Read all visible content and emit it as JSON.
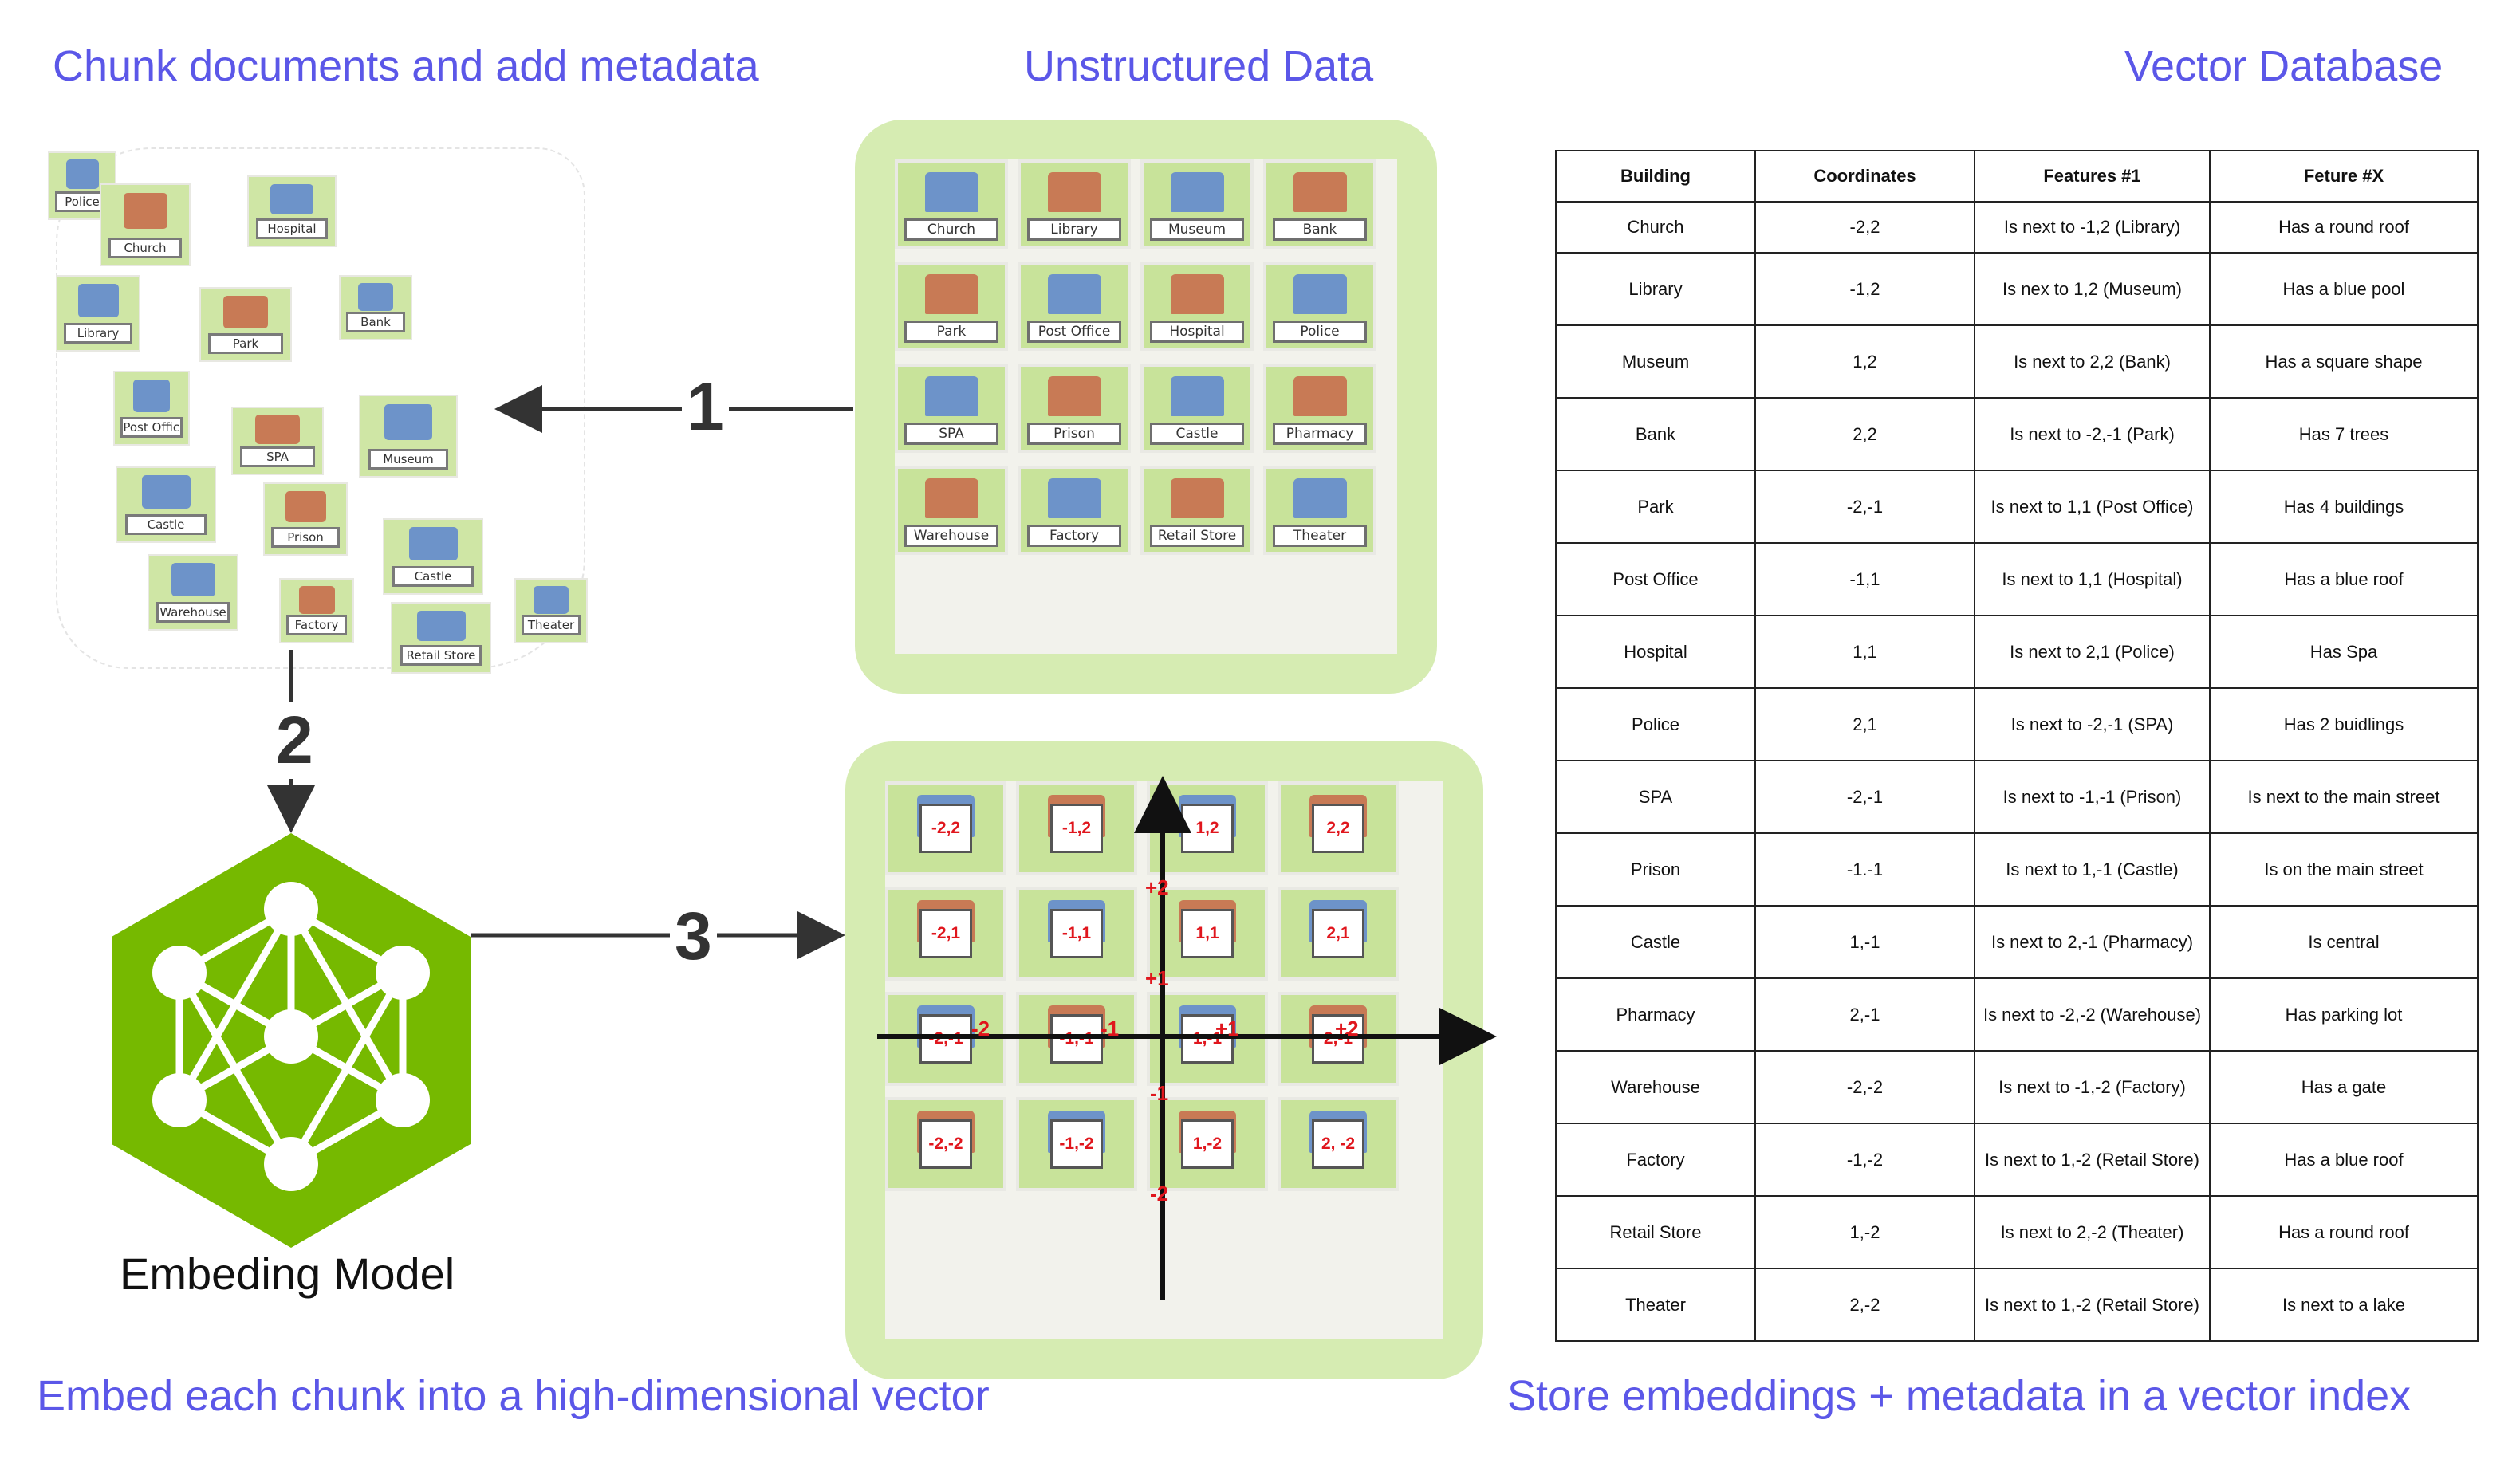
{
  "headings": {
    "chunk": "Chunk documents and add metadata",
    "unstructured": "Unstructured Data",
    "vector_db": "Vector Database",
    "embed": "Embed each chunk into a high-dimensional vector",
    "store": "Store embeddings + metadata in a vector index"
  },
  "steps": {
    "one": "1",
    "two": "2",
    "three": "3"
  },
  "model_label": "Embeding Model",
  "colors": {
    "accent": "#5b57e8",
    "model_green": "#76b900",
    "coord_red": "#e0161d"
  },
  "chunks": [
    "Police",
    "Church",
    "Hospital",
    "Library",
    "Park",
    "Bank",
    "Post Office",
    "SPA",
    "Museum",
    "Castle",
    "Prison",
    "Castle",
    "Warehouse",
    "Factory",
    "Retail Store",
    "Theater"
  ],
  "map_rows": [
    [
      "Church",
      "Library",
      "Museum",
      "Bank"
    ],
    [
      "Park",
      "Post Office",
      "Hospital",
      "Police"
    ],
    [
      "SPA",
      "Prison",
      "Castle",
      "Pharmacy"
    ],
    [
      "Warehouse",
      "Factory",
      "Retail Store",
      "Theater"
    ]
  ],
  "grid_coords": [
    [
      "-2,2",
      "-1,2",
      "1,2",
      "2,2"
    ],
    [
      "-2,1",
      "-1,1",
      "1,1",
      "2,1"
    ],
    [
      "-2,-1",
      "-1,-1",
      "1,-1",
      "2,-1"
    ],
    [
      "-2,-2",
      "-1,-2",
      "1,-2",
      "2, -2"
    ]
  ],
  "axis_ticks": {
    "y_top": "+2",
    "y_mid": "+1",
    "y_neg1": "-1",
    "y_neg2": "-2",
    "x_neg2": "-2",
    "x_neg1": "-1",
    "x_pos1": "+1",
    "x_pos2": "+2"
  },
  "table": {
    "headers": [
      "Building",
      "Coordinates",
      "Features #1",
      "Feture #X"
    ],
    "rows": [
      [
        "Church",
        "-2,2",
        "Is next to -1,2 (Library)",
        "Has a round roof"
      ],
      [
        "Library",
        "-1,2",
        "Is nex to 1,2 (Museum)",
        "Has a blue pool"
      ],
      [
        "Museum",
        "1,2",
        "Is next to 2,2 (Bank)",
        "Has a square shape"
      ],
      [
        "Bank",
        "2,2",
        "Is next to -2,-1 (Park)",
        "Has 7 trees"
      ],
      [
        "Park",
        "-2,-1",
        "Is next to 1,1 (Post Office)",
        "Has 4 buildings"
      ],
      [
        "Post Office",
        "-1,1",
        "Is next to 1,1 (Hospital)",
        "Has a blue roof"
      ],
      [
        "Hospital",
        "1,1",
        "Is next to 2,1 (Police)",
        "Has Spa"
      ],
      [
        "Police",
        "2,1",
        "Is next to -2,-1 (SPA)",
        "Has 2 buidlings"
      ],
      [
        "SPA",
        "-2,-1",
        "Is next to -1,-1 (Prison)",
        "Is next to the main street"
      ],
      [
        "Prison",
        "-1.-1",
        "Is next to 1,-1 (Castle)",
        "Is on the main street"
      ],
      [
        "Castle",
        "1,-1",
        "Is next to 2,-1 (Pharmacy)",
        "Is central"
      ],
      [
        "Pharmacy",
        "2,-1",
        "Is next to -2,-2 (Warehouse)",
        "Has parking lot"
      ],
      [
        "Warehouse",
        "-2,-2",
        "Is next to -1,-2 (Factory)",
        "Has a gate"
      ],
      [
        "Factory",
        "-1,-2",
        "Is next to 1,-2 (Retail Store)",
        "Has a blue roof"
      ],
      [
        "Retail Store",
        "1,-2",
        "Is next to 2,-2 (Theater)",
        "Has a round roof"
      ],
      [
        "Theater",
        "2,-2",
        "Is next to 1,-2 (Retail Store)",
        "Is next to a lake"
      ]
    ]
  }
}
